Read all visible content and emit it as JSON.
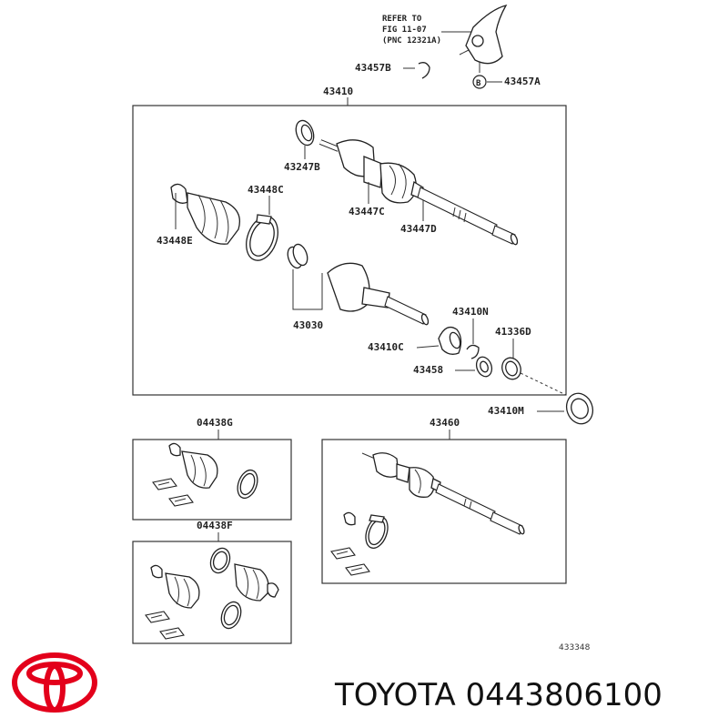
{
  "diagram": {
    "refer_note": [
      "REFER TO",
      "FIG 11-07",
      "(PNC 12321A)"
    ],
    "callouts": {
      "p43457B": "43457B",
      "p43457A": "43457A",
      "circle_letter": "B",
      "p43410": "43410",
      "p43247B": "43247B",
      "p43448C": "43448C",
      "p43448E": "43448E",
      "p43447C": "43447C",
      "p43447D": "43447D",
      "p43030": "43030",
      "p43410N": "43410N",
      "p41336D": "41336D",
      "p43410C": "43410C",
      "p43458": "43458",
      "p43410M": "43410M",
      "p04438G": "04438G",
      "p43460": "43460",
      "p04438F": "04438F"
    },
    "figure_number": "433348"
  },
  "brand": {
    "caption": "TOYOTA 0443806100",
    "logo_color": "#e3001b"
  }
}
